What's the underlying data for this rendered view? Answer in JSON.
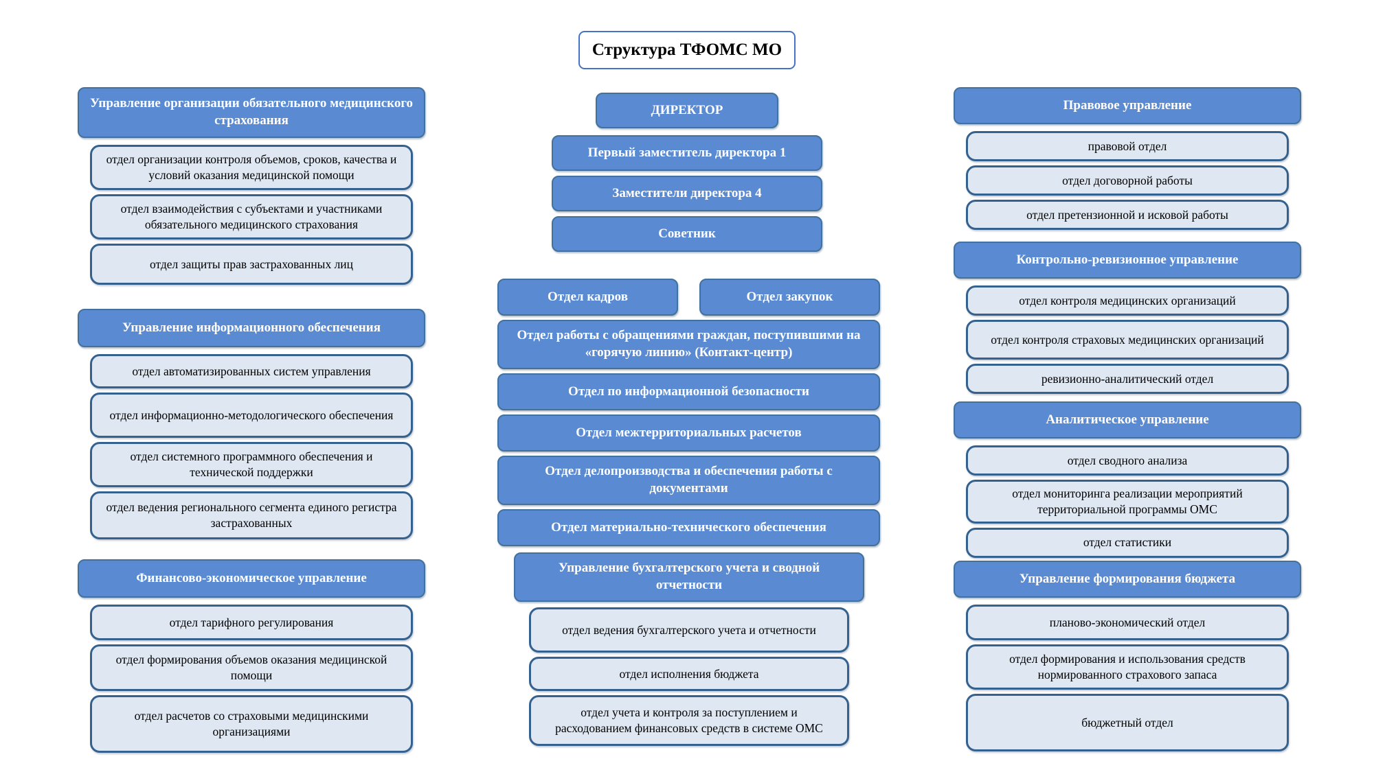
{
  "title": "Структура ТФОМС МО",
  "colors": {
    "blue_fill": "#5A8AD2",
    "blue_border": "#41719C",
    "light_fill": "#DEE7F2",
    "light_border": "#35618E",
    "title_border": "#4472C4"
  },
  "left": {
    "groups": [
      {
        "title": "Управление организации обязательного медицинского страхования",
        "items": [
          "отдел организации контроля объемов, сроков, качества и условий оказания медицинской помощи",
          "отдел взаимодействия с субъектами и участниками обязательного медицинского страхования",
          "отдел защиты прав застрахованных лиц"
        ]
      },
      {
        "title": "Управление информационного обеспечения",
        "items": [
          "отдел автоматизированных систем управления",
          "отдел информационно-методологического обеспечения",
          "отдел системного программного обеспечения и технической поддержки",
          "отдел ведения регионального сегмента единого регистра застрахованных"
        ]
      },
      {
        "title": "Финансово-экономическое управление",
        "items": [
          "отдел тарифного регулирования",
          "отдел формирования объемов оказания медицинской помощи",
          "отдел расчетов со страховыми медицинскими организациями"
        ]
      }
    ]
  },
  "center": {
    "leadership": [
      "ДИРЕКТОР",
      "Первый заместитель директора 1",
      "Заместители директора 4",
      "Советник"
    ],
    "row": [
      "Отдел кадров",
      "Отдел закупок"
    ],
    "departments": [
      "Отдел работы с обращениями граждан, поступившими на «горячую линию» (Контакт-центр)",
      "Отдел по информационной безопасности",
      "Отдел межтерриториальных расчетов",
      "Отдел делопроизводства и обеспечения работы с документами",
      "Отдел материально-технического обеспечения"
    ],
    "accounting": {
      "title": "Управление бухгалтерского учета и сводной отчетности",
      "items": [
        "отдел ведения бухгалтерского учета и отчетности",
        "отдел исполнения бюджета",
        "отдел учета и контроля за поступлением и расходованием финансовых средств в системе ОМС"
      ]
    }
  },
  "right": {
    "groups": [
      {
        "title": "Правовое управление",
        "items": [
          "правовой отдел",
          "отдел договорной работы",
          "отдел претензионной и исковой работы"
        ]
      },
      {
        "title": "Контрольно-ревизионное управление",
        "items": [
          "отдел контроля медицинских организаций",
          "отдел контроля страховых медицинских организаций",
          "ревизионно-аналитический отдел"
        ]
      },
      {
        "title": "Аналитическое управление",
        "items": [
          "отдел сводного анализа",
          "отдел мониторинга реализации мероприятий территориальной программы ОМС",
          "отдел статистики"
        ]
      },
      {
        "title": "Управление формирования бюджета",
        "items": [
          "планово-экономический отдел",
          "отдел формирования и использования средств нормированного страхового запаса",
          "бюджетный отдел"
        ]
      }
    ]
  }
}
